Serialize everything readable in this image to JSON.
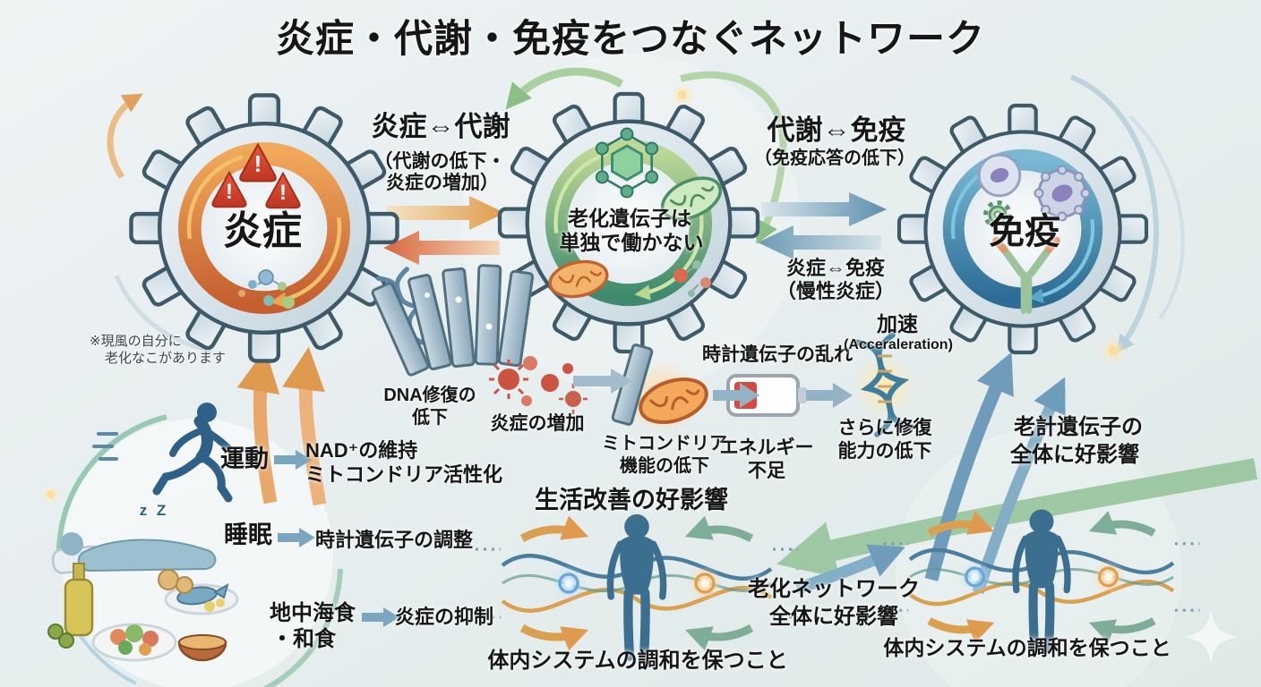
{
  "title": "炎症・代謝・免疫をつなぐネットワーク",
  "gears": {
    "inflammation": {
      "label": "炎症"
    },
    "aging": {
      "line1": "老化遺伝子は",
      "line2": "単独で働かない"
    },
    "immunity": {
      "label": "免疫"
    }
  },
  "relations": {
    "inflammation_metabolism": {
      "title": "炎症⇔代謝",
      "sub_line1": "（代謝の低下・",
      "sub_line2": "炎症の増加）"
    },
    "metabolism_immunity": {
      "title": "代謝⇔免疫",
      "sub": "（免疫応答の低下）"
    },
    "inflammation_immunity": {
      "line1": "炎症⇔免疫",
      "line2": "（慢性炎症）"
    }
  },
  "side_note": {
    "line1": "※現風の自分に",
    "line2": "老化なこがあります"
  },
  "cascade": {
    "dna_repair": {
      "line1": "DNA修復の",
      "line2": "低下"
    },
    "inflammation_increase": "炎症の増加",
    "mitochondria": {
      "line1": "ミトコンドリア",
      "line2": "機能の低下"
    },
    "clock_gene": "時計遺伝子の乱れ",
    "energy": {
      "line1": "エネルギー",
      "line2": "不足"
    },
    "repair_capacity": {
      "line1": "さらに修復",
      "line2": "能力の低下"
    },
    "acceleration": {
      "line1": "加速",
      "line2": "(Acceraleration)"
    }
  },
  "lifestyle": {
    "exercise": {
      "label": "運動",
      "effect_line1": "NAD⁺の維持",
      "effect_line2": "ミトコンドリア活性化"
    },
    "sleep": {
      "label": "睡眠",
      "zzz": "z Z",
      "effect": "時計遺伝子の調整"
    },
    "diet": {
      "label_line1": "地中海食",
      "label_line2": "・和食",
      "effect": "炎症の抑制"
    }
  },
  "benefits": {
    "heading": "生活改善の好影響",
    "center_caption": "体内システムの調和を保つこと",
    "network_line1": "老化ネットワーク",
    "network_line2": "全体に好影響",
    "right_note_line1": "老計遺伝子の",
    "right_note_line2": "全体に好影響",
    "right_caption": "体内システムの調和を保つこと"
  },
  "icons": {
    "warning_glyph": "!"
  },
  "colors": {
    "inflammation_ring": "#d97b43",
    "aging_ring": "#5f9d7a",
    "immunity_ring": "#3f7fa6",
    "gear_body": "#dbe6ec",
    "gear_outline": "#3c5a68",
    "text": "#161616",
    "background": "#e9eef0"
  }
}
